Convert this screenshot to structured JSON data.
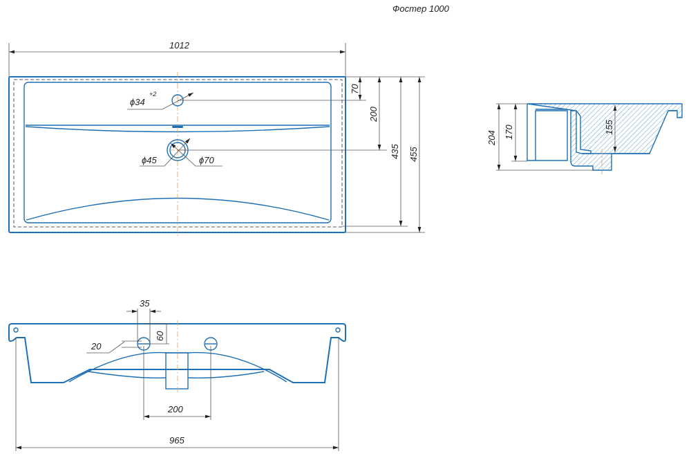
{
  "title": "Фостер 1000",
  "top_view": {
    "width_label": "1012",
    "faucet_hole": "ϕ34",
    "faucet_tolerance": "+2",
    "drain_inner": "ϕ45",
    "drain_outer": "ϕ70",
    "dim_70": "70",
    "dim_200": "200",
    "dim_435": "435",
    "dim_455": "455"
  },
  "side_view": {
    "dim_204": "204",
    "dim_170": "170",
    "dim_155": "155"
  },
  "front_view": {
    "dim_35": "35",
    "dim_60": "60",
    "dim_20": "20",
    "dim_200": "200",
    "dim_965": "965"
  },
  "colors": {
    "outline": "#1f6fb5",
    "centerline": "#e0a060",
    "dimension": "#555555"
  }
}
